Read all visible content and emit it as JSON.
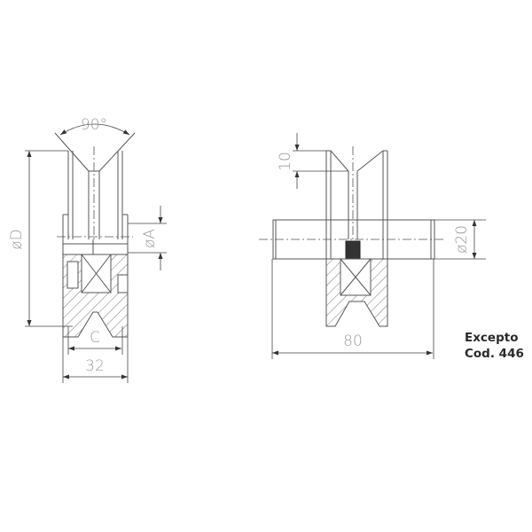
{
  "drawing": {
    "left_view": {
      "angle_label": "90°",
      "diameter_D_label": "øD",
      "diameter_A_label": "øA",
      "groove_width_label": "C",
      "width_label": "32"
    },
    "right_view": {
      "depth_label": "10",
      "shaft_diameter_label": "ø20",
      "length_label": "80"
    },
    "note": {
      "line1": "Excepto",
      "line2": "Cod. 446"
    },
    "colors": {
      "line": "#555555",
      "dim_text": "#9a9a9a",
      "note_text": "#2a2a2a"
    }
  }
}
